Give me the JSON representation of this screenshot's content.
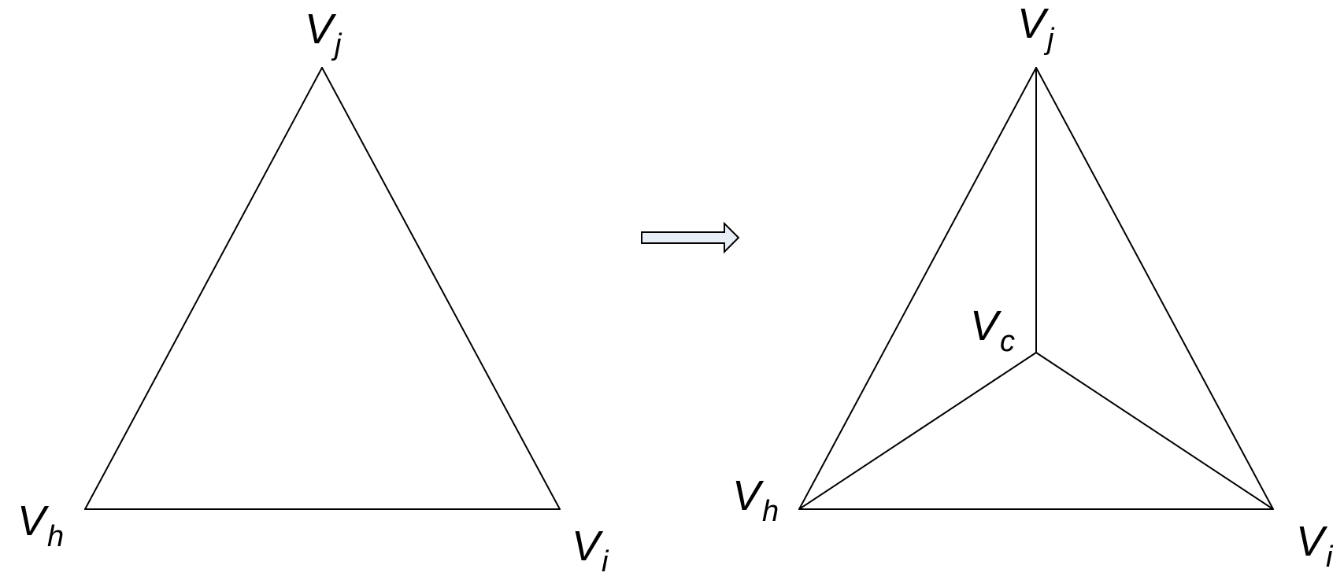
{
  "colors": {
    "line": "#000000",
    "arrow_fill": "#e8eef6",
    "background": "#ffffff"
  },
  "left_triangle": {
    "vj": {
      "main": "V",
      "sub": "j"
    },
    "vh": {
      "main": "V",
      "sub": "h"
    },
    "vi": {
      "main": "V",
      "sub": "i"
    }
  },
  "arrow": {
    "icon": "right-arrow-icon"
  },
  "right_triangle": {
    "vj": {
      "main": "V",
      "sub": "j"
    },
    "vh": {
      "main": "V",
      "sub": "h"
    },
    "vi": {
      "main": "V",
      "sub": "i"
    },
    "vc": {
      "main": "V",
      "sub": "c"
    }
  }
}
